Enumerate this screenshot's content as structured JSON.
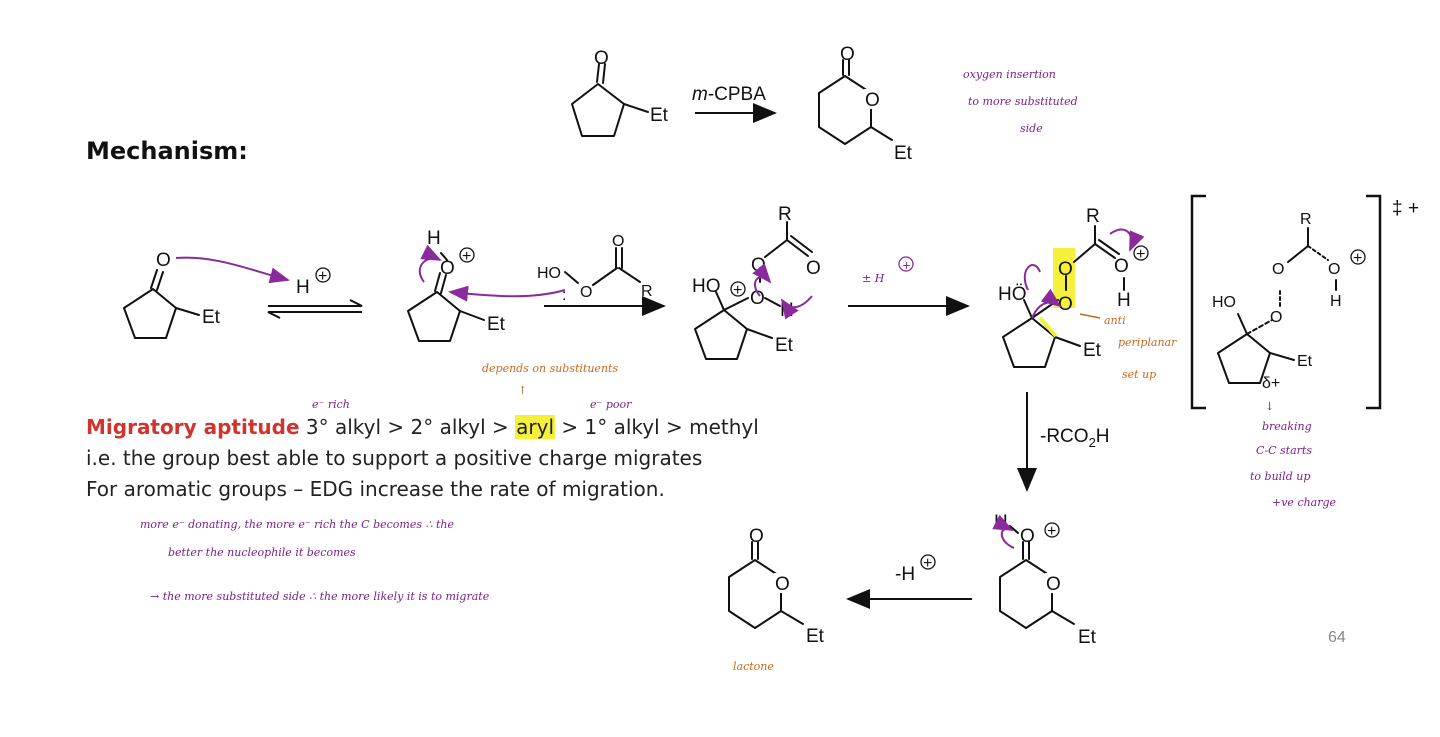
{
  "heading": "Mechanism:",
  "reaction": {
    "reagent": "m-CPBA",
    "reagent_prefix": "m",
    "reagent_rest": "-CPBA",
    "substituent": "Et",
    "note_lines": [
      "oxygen insertion",
      "to more substituted",
      "side"
    ]
  },
  "mechanism": {
    "proton": "H",
    "peracid_left": "HO",
    "peracid_right": "R",
    "plus_h": "± H",
    "loss_label_prefix": "-RCO",
    "loss_label_sub": "2",
    "loss_label_suffix": "H",
    "deprotonation": "-H",
    "anti_note_lines": [
      "anti",
      "periplanar",
      "set up"
    ],
    "ts_superscript": "‡",
    "delta_plus": "δ+",
    "ts_note_lines": [
      "↓",
      "breaking",
      "C-C starts",
      "to build up",
      "+ve charge"
    ],
    "lactone_label": "lactone"
  },
  "aptitude": {
    "label": "Migratory aptitude",
    "order_before": " 3° alkyl > 2° alkyl > ",
    "order_highlight": "aryl",
    "order_after": " > 1° alkyl > methyl",
    "line2": "i.e. the group best able to support a positive charge migrates",
    "line3": "For aromatic groups – EDG increase the rate of migration.",
    "e_rich": "e⁻ rich",
    "e_poor": "e⁻ poor",
    "depends_note": "depends on substituents"
  },
  "handwritten": {
    "line1": "more e⁻ donating, the more e⁻ rich the C becomes ∴ the",
    "line2": "better the nucleophile it becomes",
    "line3": "→ the more substituted side ∴ the more likely it is to migrate"
  },
  "page_number": "64",
  "colors": {
    "annotation_purple": "#8a2a9c",
    "annotation_orange": "#c46a1c",
    "highlight": "#f5f03c",
    "red_label": "#d0342c"
  }
}
